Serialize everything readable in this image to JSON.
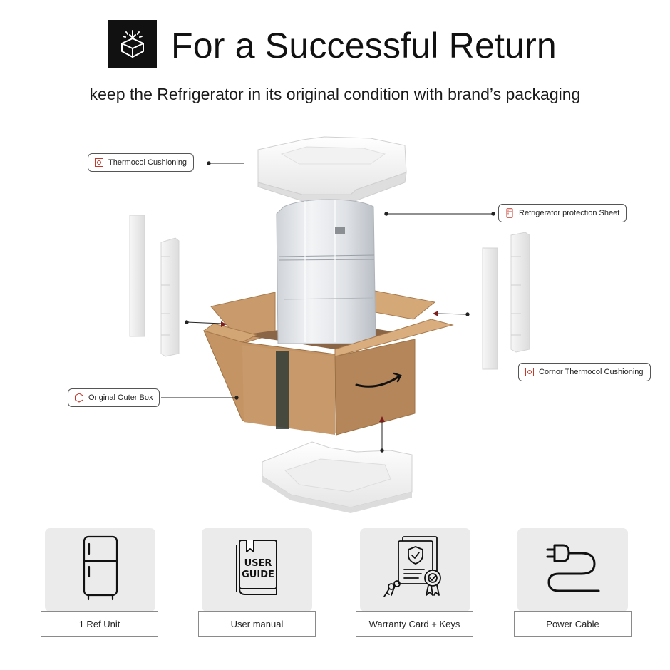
{
  "header": {
    "icon": "box-return-icon",
    "title": "For a Successful Return",
    "subtitle": "keep the Refrigerator in its original condition with brand’s packaging"
  },
  "callouts": {
    "thermocol": {
      "label": "Thermocol Cushioning",
      "icon": "cushion-icon"
    },
    "sheet": {
      "label": "Refrigerator protection Sheet",
      "icon": "fridge-outline-icon"
    },
    "corner": {
      "label": "Cornor Thermocol Cushioning",
      "icon": "cushion-icon"
    },
    "outer_box": {
      "label": "Original Outer Box",
      "icon": "hexagon-icon"
    }
  },
  "items": [
    {
      "label": "1 Ref Unit",
      "icon": "fridge-icon"
    },
    {
      "label": "User manual",
      "icon": "user-guide-icon"
    },
    {
      "label": "Warranty Card + Keys",
      "icon": "warranty-card-icon"
    },
    {
      "label": "Power Cable",
      "icon": "power-plug-icon"
    }
  ],
  "colors": {
    "accent": "#c0392b",
    "card_bg": "#ebebeb",
    "cardboard": "#c89a6a"
  }
}
